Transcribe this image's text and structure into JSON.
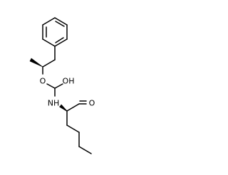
{
  "molecule": {
    "atoms": {
      "ester_o": "O",
      "carbonyl_oh": "OH",
      "nitrogen": "NH",
      "aldehyde_o": "O"
    },
    "stereocenters": 2,
    "rings": [
      {
        "type": "benzene",
        "aromatic": true
      }
    ],
    "colors": {
      "bond": "#000000",
      "label": "#000000",
      "background": "#ffffff"
    }
  }
}
